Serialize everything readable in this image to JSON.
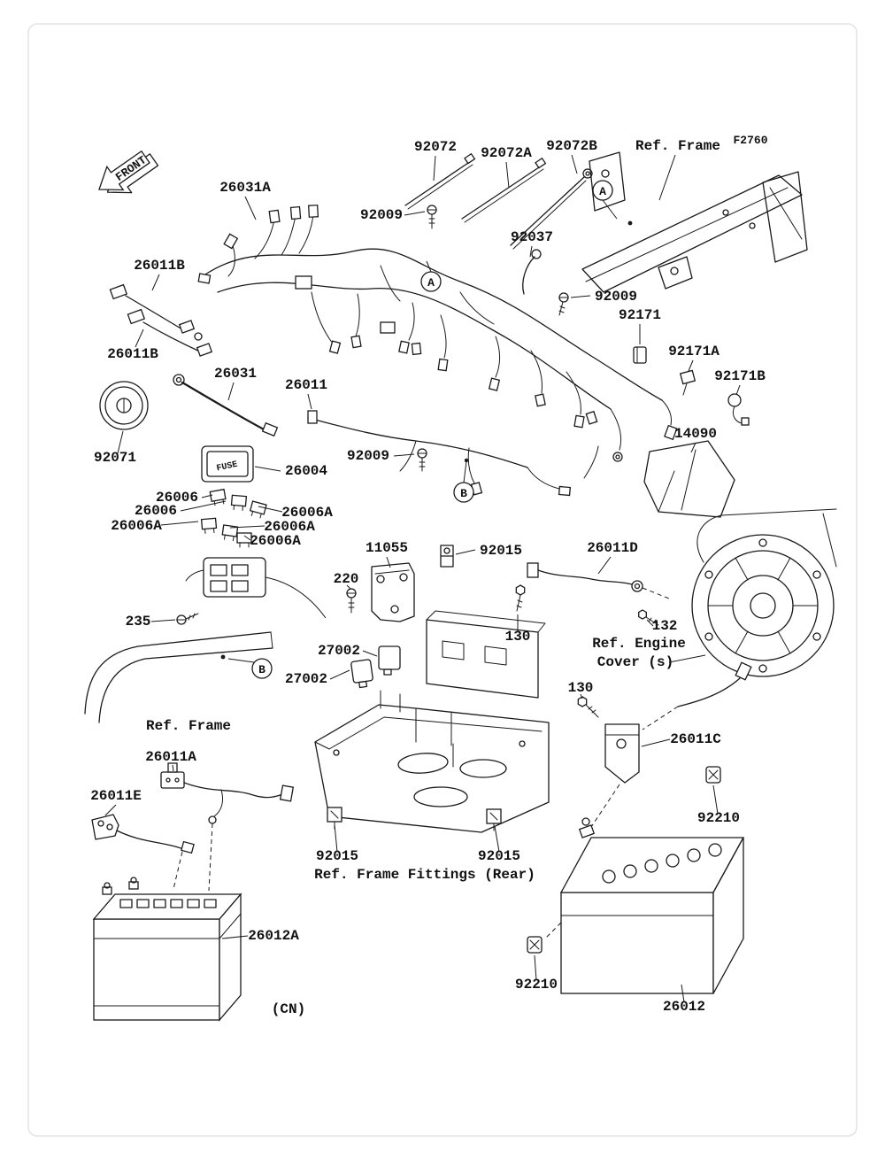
{
  "figure": {
    "code": "F2760",
    "region": "(CN)"
  },
  "front_marker": {
    "label": "FRONT"
  },
  "fuse_box": {
    "text": "FUSE"
  },
  "section_markers": {
    "a": "A",
    "b": "B"
  },
  "labels": {
    "l_92072": "92072",
    "l_92072a": "92072A",
    "l_92072b": "92072B",
    "l_ref_frame_top": "Ref. Frame",
    "l_26031a": "26031A",
    "l_92009_1": "92009",
    "l_92037": "92037",
    "l_92009_2": "92009",
    "l_26011b_1": "26011B",
    "l_92171": "92171",
    "l_26011b_2": "26011B",
    "l_92171a": "92171A",
    "l_26031": "26031",
    "l_26011": "26011",
    "l_92171b": "92171B",
    "l_92071": "92071",
    "l_92009_3": "92009",
    "l_26004": "26004",
    "l_14090": "14090",
    "l_26006_1": "26006",
    "l_26006_2": "26006",
    "l_26006a_1": "26006A",
    "l_26006a_2": "26006A",
    "l_26006a_3": "26006A",
    "l_26006a_4": "26006A",
    "l_11055": "11055",
    "l_92015_1": "92015",
    "l_26011d": "26011D",
    "l_220": "220",
    "l_235": "235",
    "l_130_1": "130",
    "l_132": "132",
    "l_ref_engine_1": "Ref. Engine",
    "l_ref_engine_2": "Cover (s)",
    "l_27002_1": "27002",
    "l_27002_2": "27002",
    "l_ref_frame_left": "Ref. Frame",
    "l_130_2": "130",
    "l_26011c": "26011C",
    "l_26011a": "26011A",
    "l_26011e": "26011E",
    "l_92210_1": "92210",
    "l_92015_2": "92015",
    "l_92015_3": "92015",
    "l_ref_frame_fittings": "Ref. Frame Fittings (Rear)",
    "l_26012a": "26012A",
    "l_92210_2": "92210",
    "l_cn": "(CN)",
    "l_26012": "26012"
  }
}
